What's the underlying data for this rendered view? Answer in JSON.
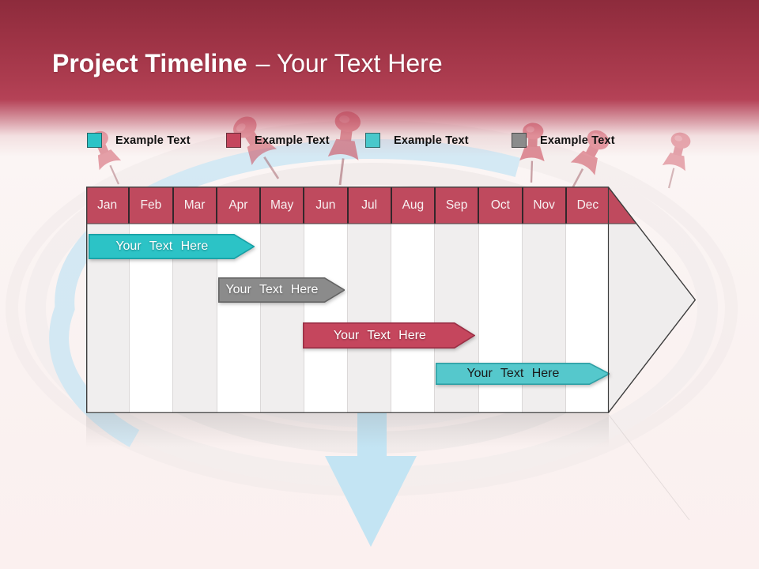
{
  "slide": {
    "title": {
      "bold": "Project Timeline",
      "regular": "– Your Text Here"
    },
    "legend": [
      {
        "label": "Example Text",
        "color": "#2CC3C6"
      },
      {
        "label": "Example Text",
        "color": "#C5465D"
      },
      {
        "label": "Example Text",
        "color": "#49C8CB"
      },
      {
        "label": "Example Text",
        "color": "#8B8B8B"
      }
    ]
  },
  "chart_data": {
    "type": "bar",
    "subtype": "gantt-timeline",
    "title": "Project Timeline",
    "categories": [
      "Jan",
      "Feb",
      "Mar",
      "Apr",
      "May",
      "Jun",
      "Jul",
      "Aug",
      "Sep",
      "Oct",
      "Nov",
      "Dec"
    ],
    "axis": {
      "unit": "months",
      "range": [
        "Jan",
        "Dec"
      ],
      "columns": 12
    },
    "header_color": "#BF4A5E",
    "column_stripe_colors": [
      "#F0EEEE",
      "#FFFFFF"
    ],
    "bars": [
      {
        "label": "Your Text Here",
        "start_month": "Jan",
        "end_month": "Apr",
        "start": 0.05,
        "end": 3.87,
        "fill": "#2CC3C6",
        "stroke": "#179FA4",
        "text_color": "#FFFFFF"
      },
      {
        "label": "Your Text Here",
        "start_month": "Apr",
        "end_month": "Jun",
        "start": 3.03,
        "end": 5.95,
        "fill": "#8B8B8B",
        "stroke": "#636363",
        "text_color": "#FFFFFF"
      },
      {
        "label": "Your Text Here",
        "start_month": "Jun",
        "end_month": "Sep",
        "start": 4.99,
        "end": 8.95,
        "fill": "#C5465D",
        "stroke": "#9A2F45",
        "text_color": "#FFFFFF"
      },
      {
        "label": "Your Text Here",
        "start_month": "Sep",
        "end_month": "Dec",
        "start": 8.03,
        "end": 12.04,
        "fill": "#55C8CC",
        "stroke": "#2E9FA4",
        "text_color": "#1A1A1A"
      }
    ]
  }
}
